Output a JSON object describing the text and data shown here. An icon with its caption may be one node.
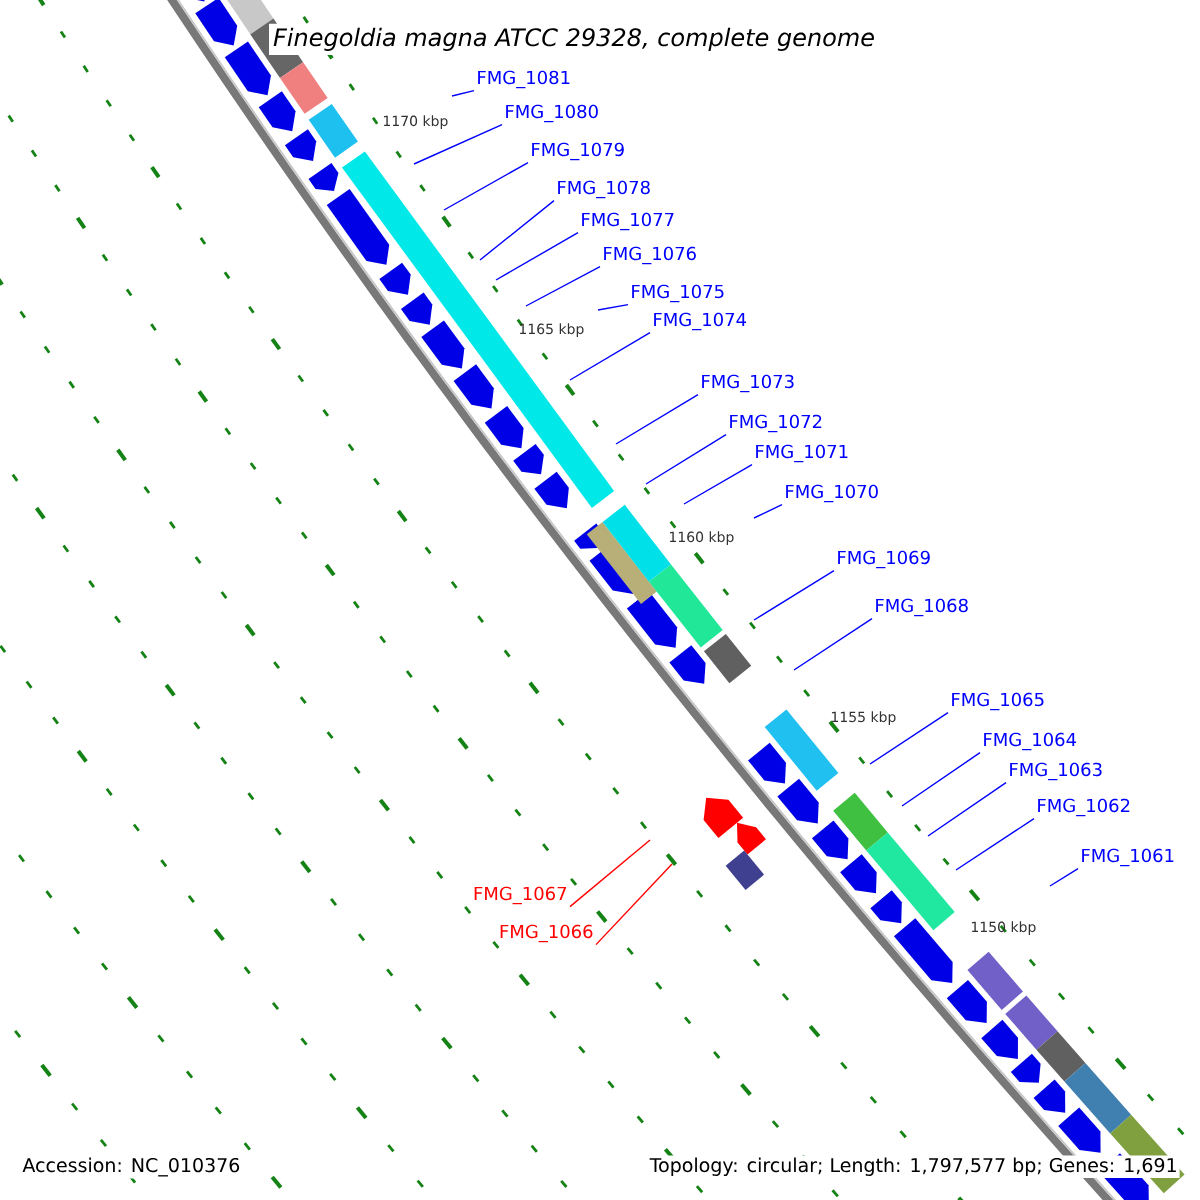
{
  "diagram": {
    "title": "*Finegoldia magna* ATCC 29328, complete genome",
    "nodes": [
      {
        "text": [
          "FMG_1081"
        ]
      },
      {
        "text": [
          "FMG_1080"
        ]
      },
      {
        "text": [
          "FMG_1079"
        ]
      },
      {
        "text": [
          "FMG_1078"
        ]
      },
      {
        "text": [
          "FMG_1077"
        ]
      },
      {
        "text": [
          "FMG_1076"
        ]
      },
      {
        "text": [
          "FMG_1075"
        ]
      },
      {
        "text": [
          "FMG_1074"
        ]
      },
      {
        "text": [
          "FMG_1073"
        ]
      },
      {
        "text": [
          "FMG_1072"
        ]
      },
      {
        "text": [
          "FMG_1071"
        ]
      },
      {
        "text": [
          "FMG_1070"
        ]
      },
      {
        "text": [
          "FMG_1069"
        ]
      },
      {
        "text": [
          "FMG_1068"
        ]
      },
      {
        "text": [
          "FMG_1065"
        ]
      },
      {
        "text": [
          "FMG_1064"
        ]
      },
      {
        "text": [
          "FMG_1063"
        ]
      },
      {
        "text": [
          "FMG_1062"
        ]
      },
      {
        "text": [
          "FMG_1061"
        ]
      },
      {
        "text": [
          "FMG_1067"
        ]
      },
      {
        "text": [
          "FMG_1066"
        ]
      }
    ],
    "edges": [
      {
        "from": 0,
        "to": null,
        "arrow": "none"
      },
      {
        "from": 1,
        "to": null,
        "arrow": "none"
      },
      {
        "from": 2,
        "to": null,
        "arrow": "none"
      },
      {
        "from": 3,
        "to": null,
        "arrow": "none"
      },
      {
        "from": 4,
        "to": null,
        "arrow": "none"
      },
      {
        "from": 5,
        "to": null,
        "arrow": "none"
      },
      {
        "from": 6,
        "to": null,
        "arrow": "none"
      },
      {
        "from": 7,
        "to": null,
        "arrow": "none"
      },
      {
        "from": 8,
        "to": null,
        "arrow": "none"
      },
      {
        "from": 9,
        "to": null,
        "arrow": "none"
      },
      {
        "from": 10,
        "to": null,
        "arrow": "none"
      },
      {
        "from": 11,
        "to": null,
        "arrow": "none"
      },
      {
        "from": 12,
        "to": null,
        "arrow": "none"
      },
      {
        "from": 13,
        "to": null,
        "arrow": "none"
      },
      {
        "from": 14,
        "to": null,
        "arrow": "none"
      },
      {
        "from": 15,
        "to": null,
        "arrow": "none"
      },
      {
        "from": 16,
        "to": null,
        "arrow": "none"
      },
      {
        "from": 17,
        "to": null,
        "arrow": "none"
      },
      {
        "from": 18,
        "to": null,
        "arrow": "none"
      },
      {
        "from": 19,
        "to": null,
        "arrow": "none",
        "color": "#ff0000"
      },
      {
        "from": 20,
        "to": null,
        "arrow": "none",
        "color": "#ff0000"
      }
    ],
    "labels": [
      "1170 kbp",
      "1165 kbp",
      "1160 kbp",
      "1155 kbp",
      "1150 kbp",
      "Accession: NC_010376",
      "Topology: circular; Length: 1,797,577 bp; Genes: 1,691"
    ]
  }
}
